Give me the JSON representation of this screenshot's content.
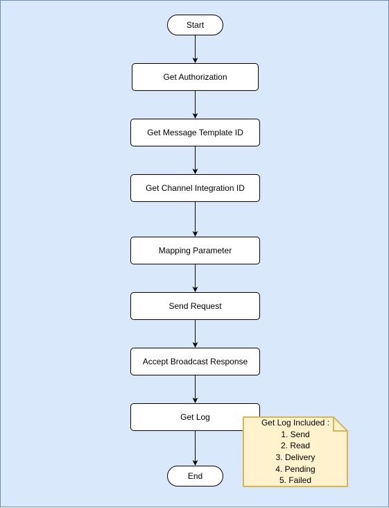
{
  "diagram": {
    "nodes": {
      "start": "Start",
      "get_authorization": "Get Authorization",
      "get_message_template_id": "Get Message Template ID",
      "get_channel_integration_id": "Get Channel Integration ID",
      "mapping_parameter": "Mapping Parameter",
      "send_request": "Send Request",
      "accept_broadcast_response": "Accept Broadcast Response",
      "get_log": "Get Log",
      "end": "End"
    },
    "note": {
      "title": "Get Log Included :",
      "items": [
        "1. Send",
        "2. Read",
        "3. Delivery",
        "4. Pending",
        "5. Failed"
      ]
    },
    "colors": {
      "background": "#dae8fc",
      "background_border": "#6c8ebf",
      "node_fill": "#ffffff",
      "note_fill": "#fff2cc",
      "note_border": "#d6b656"
    }
  }
}
